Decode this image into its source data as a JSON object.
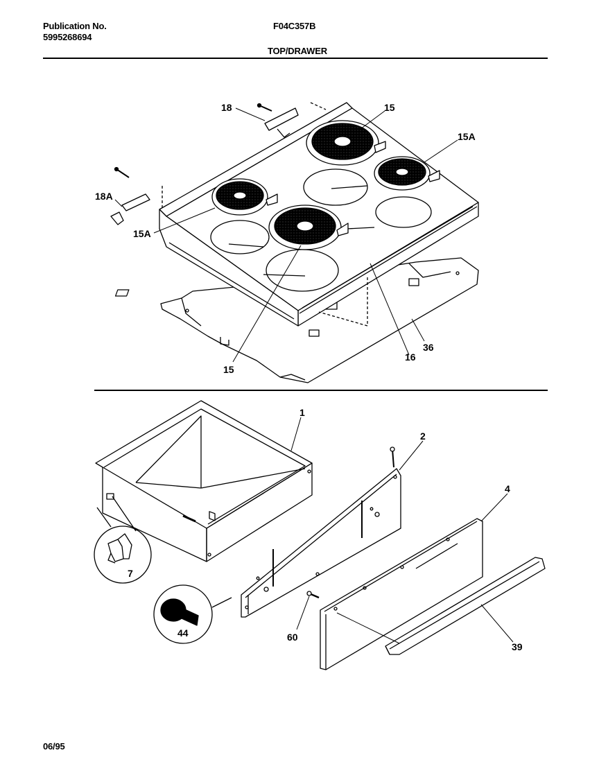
{
  "header": {
    "publication_label": "Publication No.",
    "publication_number": "5995268694",
    "model": "F04C357B",
    "section_title": "TOP/DRAWER"
  },
  "footer": {
    "date": "06/95"
  },
  "callouts": {
    "c18": "18",
    "c18a": "18A",
    "c15_top": "15",
    "c15a_right": "15A",
    "c15a_left": "15A",
    "c15_bottom": "15",
    "c16": "16",
    "c36": "36",
    "c1": "1",
    "c2": "2",
    "c4": "4",
    "c7": "7",
    "c44": "44",
    "c60": "60",
    "c39": "39"
  }
}
